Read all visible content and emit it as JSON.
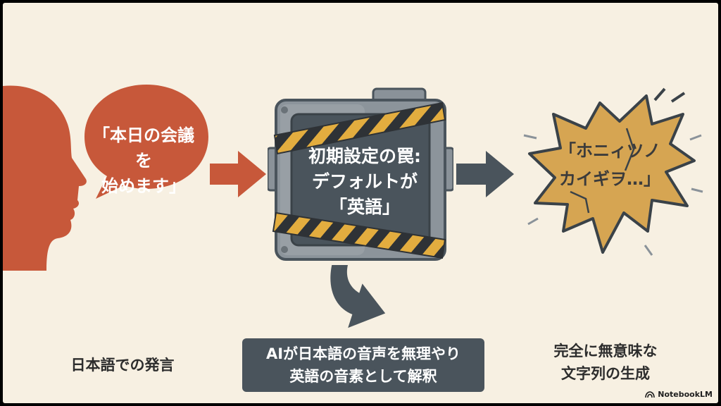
{
  "speech_bubble": {
    "line1": "「本日の会議を",
    "line2": "始めます」"
  },
  "device_label": {
    "line1": "初期設定の罠:",
    "line2": "デフォルトが",
    "line3": "「英語」"
  },
  "garbled_output": {
    "line1": "「ホニィツノ",
    "line2": "カイギヲ…」"
  },
  "captions": {
    "left": "日本語での発言",
    "center_line1": "AIが日本語の音声を無理やり",
    "center_line2": "英語の音素として解釈",
    "right_line1": "完全に無意味な",
    "right_line2": "文字列の生成"
  },
  "watermark": {
    "text": "NotebookLM",
    "icon": "notebooklm-logo-icon"
  },
  "colors": {
    "background": "#f7f0e2",
    "accent_orange": "#c7583a",
    "slate": "#4a545c",
    "burst_tan": "#d6a552",
    "caution_yellow": "#e3ad3f"
  }
}
